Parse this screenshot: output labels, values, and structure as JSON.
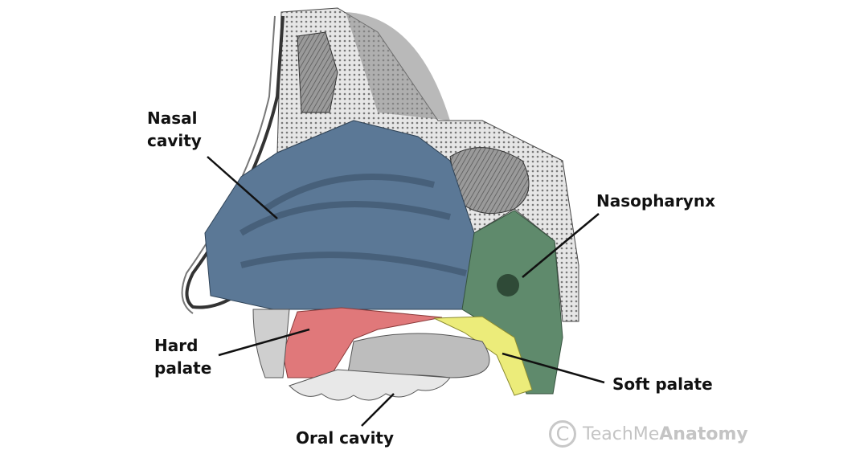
{
  "labels": {
    "nasal_cavity": [
      "Nasal",
      "cavity"
    ],
    "nasopharynx": "Nasopharynx",
    "hard_palate": [
      "Hard",
      "palate"
    ],
    "soft_palate": "Soft palate",
    "oral_cavity": "Oral cavity"
  },
  "watermark": {
    "symbol": "C",
    "prefix": "TeachMe",
    "brand": "Anatomy"
  },
  "colors": {
    "nasal_cavity": "#5b7896",
    "nasopharynx": "#5f8a6c",
    "hard_palate": "#e0787a",
    "soft_palate": "#ecec7a",
    "bone": "#d8d8d8"
  }
}
